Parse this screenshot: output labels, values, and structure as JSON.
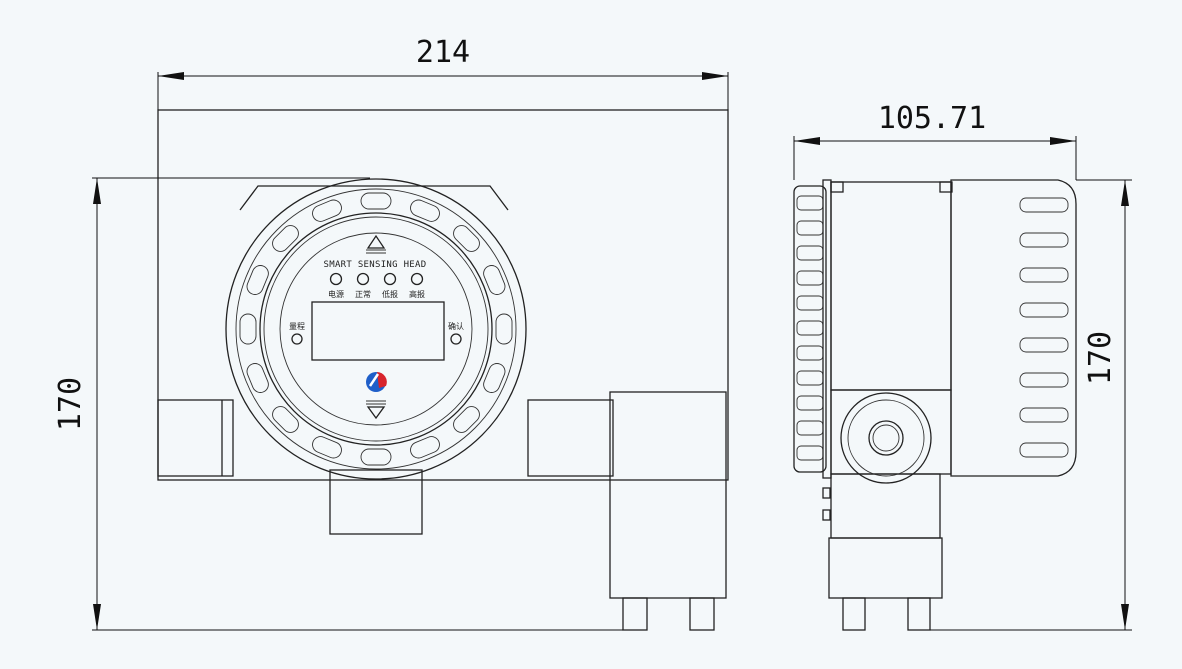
{
  "dimensions": {
    "front_width": "214",
    "front_height": "170",
    "side_width": "105.71",
    "side_height": "170"
  },
  "panel": {
    "brand_text": "SMART SENSING HEAD",
    "leds": [
      "电源",
      "正常",
      "低报",
      "高报"
    ],
    "left_button": "量程",
    "right_button": "确认"
  },
  "colors": {
    "background": "#f4f8fa",
    "line": "#222222",
    "logo_blue": "#1f5fc9",
    "logo_red": "#d8242c"
  }
}
